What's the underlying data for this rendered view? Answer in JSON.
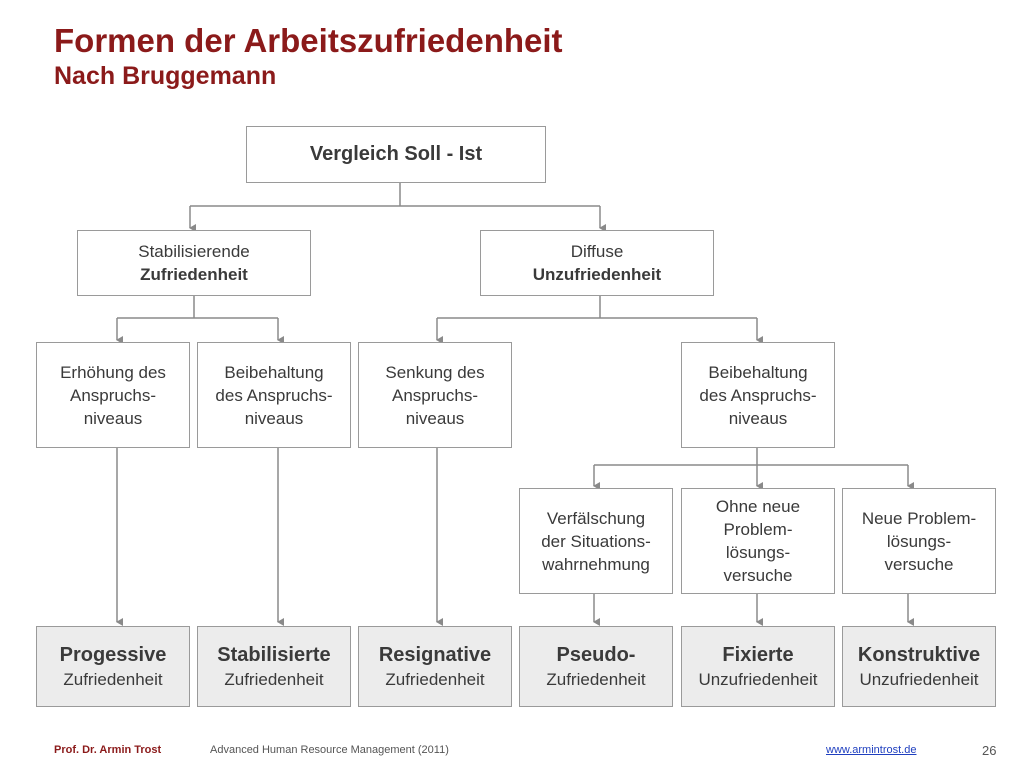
{
  "title": "Formen der Arbeitszufriedenheit",
  "subtitle": "Nach Bruggemann",
  "root": "Vergleich Soll - Ist",
  "level1": {
    "left": {
      "line1": "Stabilisierende",
      "line2": "Zufriedenheit"
    },
    "right": {
      "line1": "Diffuse",
      "line2": "Unzufriedenheit"
    }
  },
  "level2": [
    {
      "l1": "Erhöhung des",
      "l2": "Anspruchs-",
      "l3": "niveaus"
    },
    {
      "l1": "Beibehaltung",
      "l2": "des Anspruchs-",
      "l3": "niveaus"
    },
    {
      "l1": "Senkung des",
      "l2": "Anspruchs-",
      "l3": "niveaus"
    },
    {
      "l1": "Beibehaltung",
      "l2": "des Anspruchs-",
      "l3": "niveaus"
    }
  ],
  "level3": [
    {
      "l1": "Verfälschung",
      "l2": "der Situations-",
      "l3": "wahrnehmung"
    },
    {
      "l1": "Ohne neue",
      "l2": "Problem-",
      "l3": "lösungs-",
      "l4": "versuche"
    },
    {
      "l1": "Neue Problem-",
      "l2": "lösungs-",
      "l3": "versuche"
    }
  ],
  "results": [
    {
      "name": "Progessive",
      "type": "Zufriedenheit"
    },
    {
      "name": "Stabilisierte",
      "type": "Zufriedenheit"
    },
    {
      "name": "Resignative",
      "type": "Zufriedenheit"
    },
    {
      "name": "Pseudo-",
      "type": "Zufriedenheit"
    },
    {
      "name": "Fixierte",
      "type": "Unzufriedenheit"
    },
    {
      "name": "Konstruktive",
      "type": "Unzufriedenheit"
    }
  ],
  "footer": {
    "author": "Prof. Dr. Armin Trost",
    "course": "Advanced Human Resource Management (2011)",
    "link": "www.armintrost.de",
    "page": "26"
  },
  "colors": {
    "title": "#8b1a1a",
    "line": "#8a8a8a",
    "border": "#9a9a9a",
    "result_fill": "#ececec"
  }
}
